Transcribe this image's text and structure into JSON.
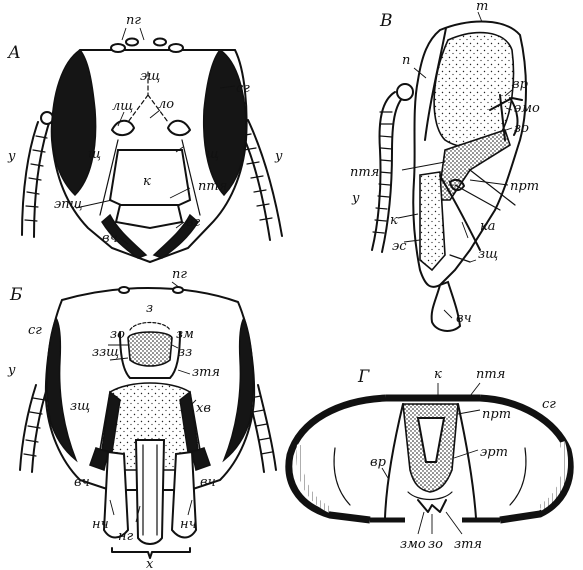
{
  "panels": {
    "A": "А",
    "B": "Б",
    "V": "В",
    "G": "Г"
  },
  "labels": {
    "a": {
      "pg": "пг",
      "esch": "эщ",
      "sg": "сг",
      "lsch": "лщ",
      "lo": "ло",
      "u_left": "у",
      "u_right": "у",
      "sch_left": "щ",
      "sch_right": "щ",
      "k": "к",
      "ptya": "птя",
      "epsch": "эпщ",
      "vg": "вг",
      "vch": "вч"
    },
    "b": {
      "pg": "пг",
      "z": "з",
      "sg": "сг",
      "zo": "зо",
      "zm": "зм",
      "zzsch": "ззщ",
      "zz": "зз",
      "ztya": "зтя",
      "u": "у",
      "zsch": "зщ",
      "hv": "хв",
      "vch_left": "вч",
      "vch_right": "вч",
      "nch_left": "нч",
      "nch_right": "нч",
      "ng": "нг",
      "h": "х"
    },
    "v": {
      "t": "т",
      "p": "п",
      "vr": "вр",
      "emo": "эмо",
      "zo": "зо",
      "ptya": "птя",
      "prt": "прт",
      "u": "у",
      "k": "к",
      "ka": "ка",
      "es": "эс",
      "zsch": "зщ",
      "vch": "вч"
    },
    "g": {
      "k": "к",
      "ptya": "птя",
      "sg": "сг",
      "prt": "прт",
      "vr": "вр",
      "ert": "эрт",
      "zmo": "змо",
      "zo": "зо",
      "ztya": "зтя"
    }
  }
}
